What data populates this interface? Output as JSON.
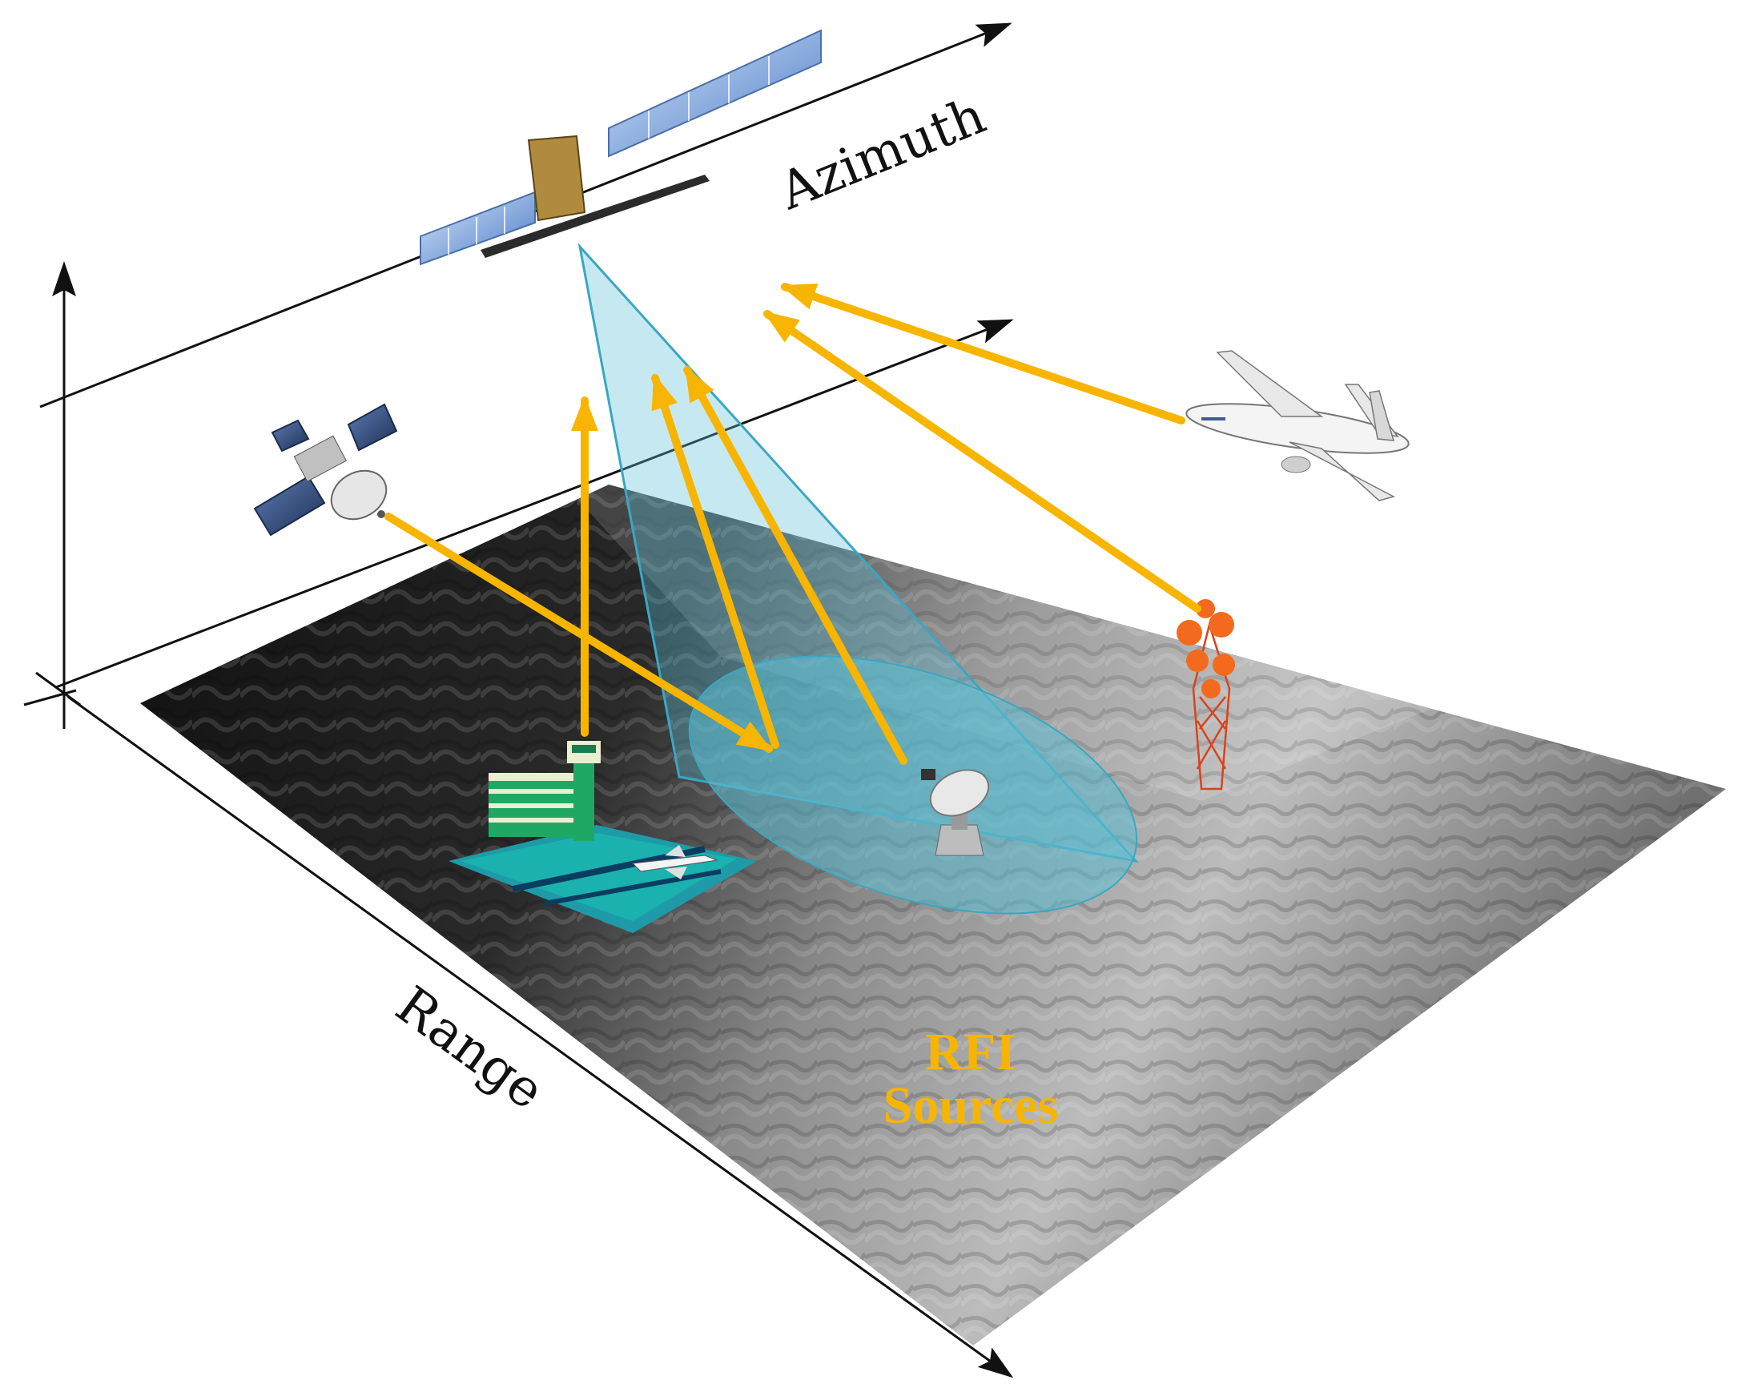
{
  "labels": {
    "azimuth": "Azimuth",
    "range": "Range",
    "rfi_line1": "RFI",
    "rfi_line2": "Sources"
  },
  "colors": {
    "rfi_arrow": "#f7b500",
    "beam": "#5bbfd6",
    "axis": "#111111",
    "terrain_dark": "#1a1a1a",
    "terrain_light": "#c8c8c8"
  },
  "icons": [
    "sar-satellite-icon",
    "communication-satellite-icon",
    "airplane-icon",
    "cell-tower-icon",
    "radar-dish-icon",
    "airport-icon"
  ]
}
